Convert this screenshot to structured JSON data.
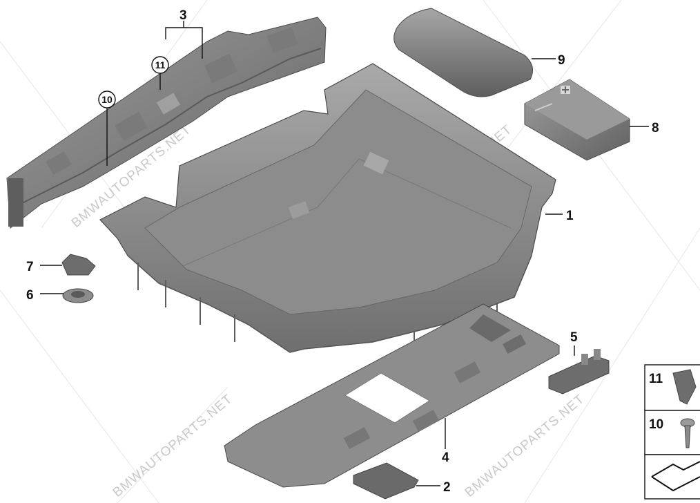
{
  "watermark": "BMWAUTOPARTS.NET",
  "callouts": {
    "c1": "1",
    "c2": "2",
    "c3": "3",
    "c4": "4",
    "c5": "5",
    "c6": "6",
    "c7": "7",
    "c8": "8",
    "c9": "9",
    "c10": "10",
    "c11": "11"
  },
  "legend": {
    "item11": "11",
    "item10": "10"
  },
  "colors": {
    "part_fill": "#8e8e8e",
    "part_dark": "#6e6e6e",
    "part_light": "#b5b5b5",
    "line": "#111111"
  }
}
